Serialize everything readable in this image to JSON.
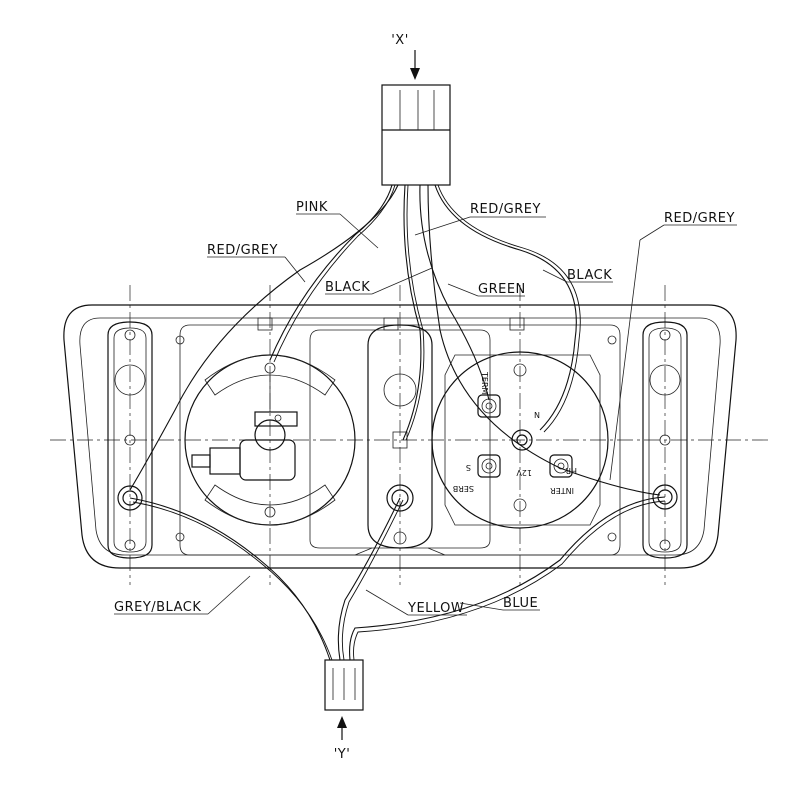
{
  "connectors": {
    "top": {
      "label": "'X'"
    },
    "bottom": {
      "label": "'Y'"
    }
  },
  "wire_labels": [
    {
      "text": "PINK"
    },
    {
      "text": "RED/GREY"
    },
    {
      "text": "RED/GREY"
    },
    {
      "text": "RED/GREY"
    },
    {
      "text": "BLACK"
    },
    {
      "text": "GREEN"
    },
    {
      "text": "BLACK"
    },
    {
      "text": "GREY/BLACK"
    },
    {
      "text": "YELLOW"
    },
    {
      "text": "BLUE"
    }
  ],
  "gauge_terminals": {
    "term": "TERM",
    "n": "N",
    "serb": "SERB",
    "s": "S",
    "v12": "12V",
    "inter": "INTER",
    "hr": "HR"
  }
}
